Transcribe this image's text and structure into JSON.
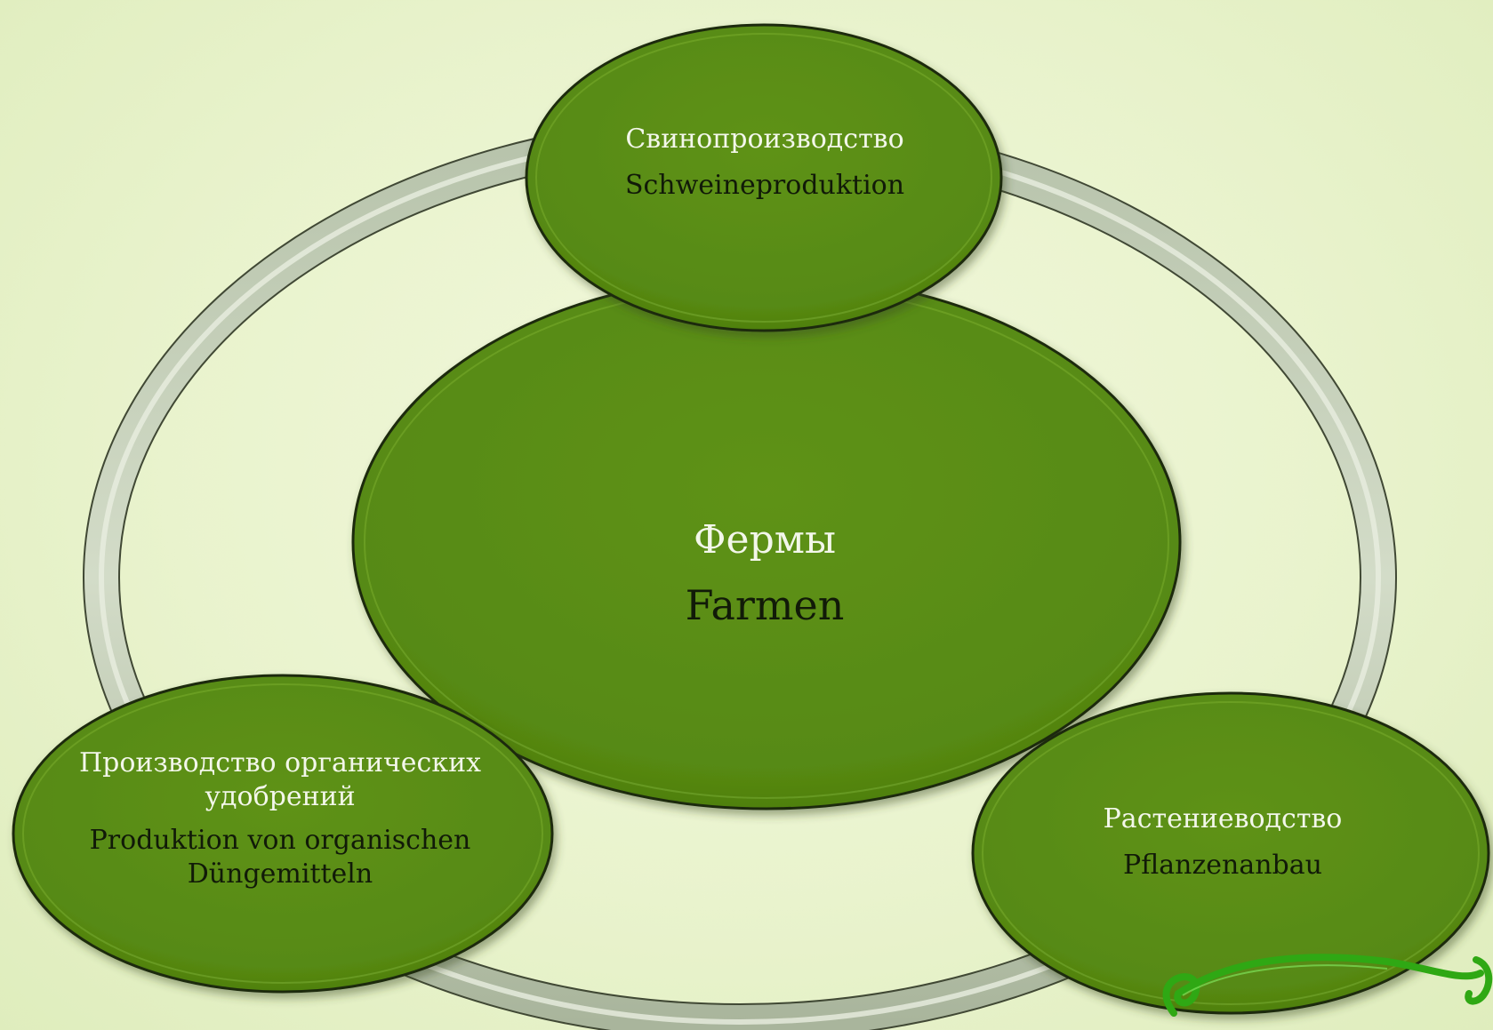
{
  "diagram": {
    "colors": {
      "node_fill": "#5a8c16",
      "node_highlight": "#6fa524",
      "node_outline": "#2c3a12",
      "ring_fill": "#c9d3bd",
      "ring_shadow": "#9aa58d",
      "background": "#eaf4cf",
      "swirl": "#3ec81a"
    },
    "nodes": {
      "top": {
        "ru": "Свинопроизводство",
        "de": "Schweineproduktion"
      },
      "center": {
        "ru": "Фермы",
        "de": "Farmen"
      },
      "left": {
        "ru": "Производство органических удобрений",
        "de": "Produktion von organischen Düngemitteln"
      },
      "right": {
        "ru": "Растениеводство",
        "de": "Pflanzenanbau"
      }
    },
    "icons": {
      "corner_decoration": "green-swirl-icon"
    }
  }
}
